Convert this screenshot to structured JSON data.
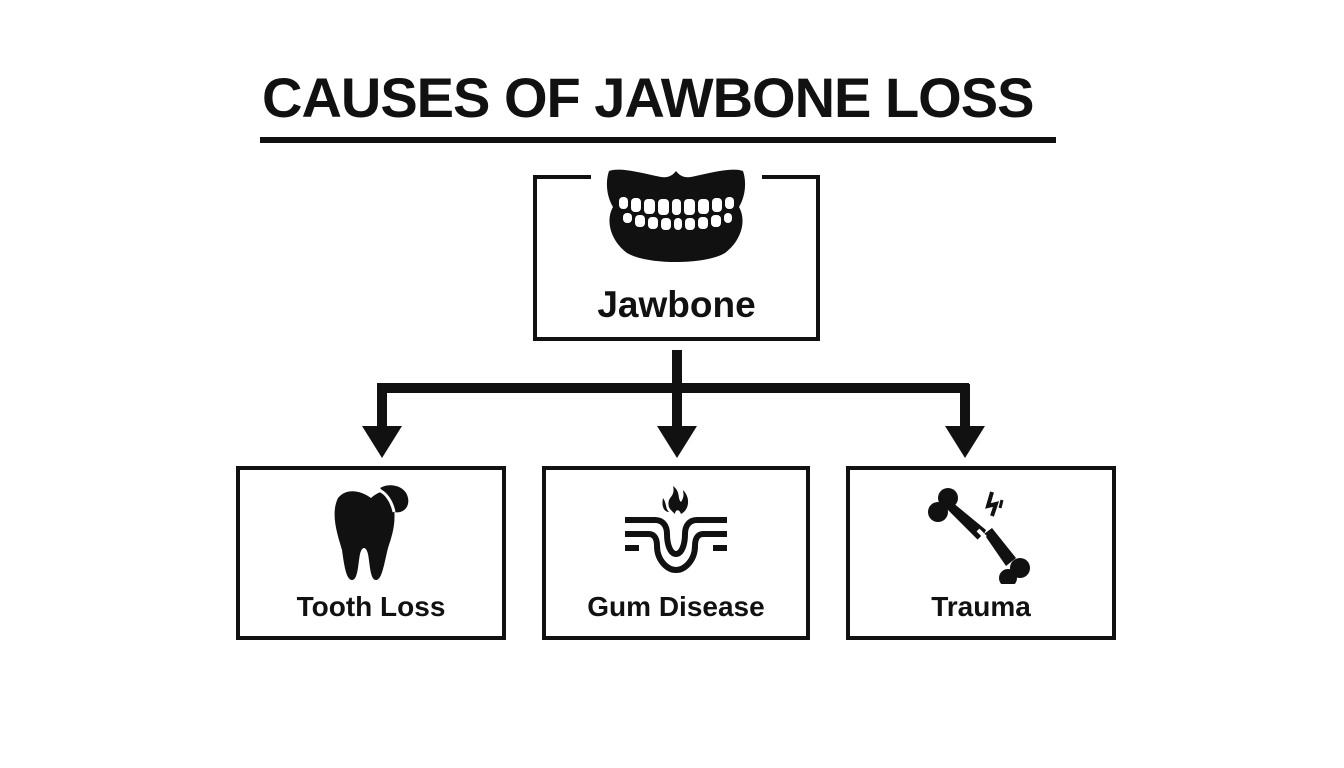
{
  "title": "CAUSES OF JAWBONE LOSS",
  "root": {
    "label": "Jawbone",
    "icon": "jaw-teeth-icon"
  },
  "causes": [
    {
      "label": "Tooth Loss",
      "icon": "tooth-icon"
    },
    {
      "label": "Gum Disease",
      "icon": "inflamed-gum-icon"
    },
    {
      "label": "Trauma",
      "icon": "broken-bone-icon"
    }
  ],
  "colors": {
    "ink": "#111111",
    "background": "#ffffff"
  }
}
